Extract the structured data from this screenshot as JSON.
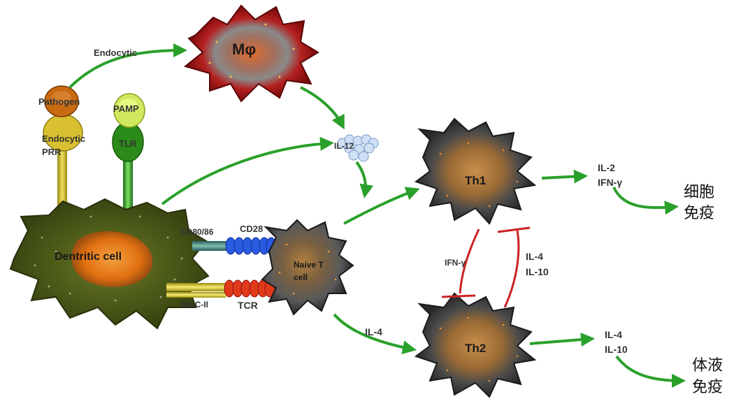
{
  "cells": {
    "macrophage": "Mφ",
    "dendritic": "Dentritic cell",
    "naive_t_line1": "Naive T",
    "naive_t_line2": "cell",
    "th1": "Th1",
    "th2": "Th2"
  },
  "receptors": {
    "pathogen": "Pathogen",
    "endocytic_prr_line1": "Endocytic",
    "endocytic_prr_line2": "PRR",
    "pamp": "PAMP",
    "tlr": "TLR",
    "cd80_86": "CD80/86",
    "cd28": "CD28",
    "mhc_ii": "MHC-II",
    "tcr": "TCR"
  },
  "labels": {
    "endocytic_arrow": "Endocytic",
    "il12": "IL-12",
    "il4_to_th2": "IL-4",
    "th1_out_line1": "IL-2",
    "th1_out_line2": "IFN-γ",
    "th2_out_line1": "IL-4",
    "th2_out_line2": "IL-10",
    "ifn_inhibit": "IFN-γ",
    "il4_inhibit_line1": "IL-4",
    "il4_inhibit_line2": "IL-10"
  },
  "outcomes": {
    "cellular_line1": "细胞",
    "cellular_line2": "免疫",
    "humoral_line1": "体液",
    "humoral_line2": "免疫"
  },
  "colors": {
    "arrow_green": "#2aa02a",
    "inhibit_red": "#cc2222",
    "t_cell_dark": "#3a3a3a",
    "t_cell_core": "#a0723a",
    "dc_body": "#4a5a1a",
    "dc_core": "#f08020",
    "macrophage": "#b01818"
  }
}
